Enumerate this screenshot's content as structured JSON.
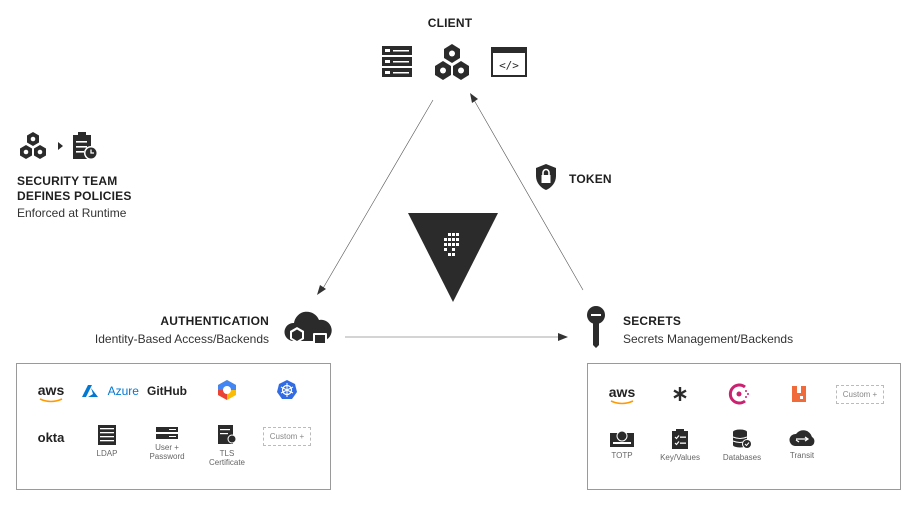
{
  "client": {
    "title": "CLIENT"
  },
  "token": {
    "label": "TOKEN"
  },
  "policies": {
    "title_line1": "SECURITY TEAM",
    "title_line2": "DEFINES POLICIES",
    "subtitle": "Enforced at Runtime"
  },
  "authentication": {
    "title": "AUTHENTICATION",
    "subtitle": "Identity-Based Access/Backends",
    "items": [
      {
        "label": "aws",
        "icon": "aws-logo"
      },
      {
        "label": "Azure",
        "icon": "azure-logo"
      },
      {
        "label": "GitHub",
        "icon": "github-logo"
      },
      {
        "label": "",
        "icon": "google-cloud-logo"
      },
      {
        "label": "",
        "icon": "kubernetes-logo"
      },
      {
        "label": "okta",
        "icon": "okta-logo"
      },
      {
        "label": "LDAP",
        "icon": "ldap-server-icon"
      },
      {
        "label": "User +\nPassword",
        "icon": "user-password-icon"
      },
      {
        "label": "TLS\nCertificate",
        "icon": "tls-certificate-icon"
      },
      {
        "label": "Custom +",
        "icon": "custom-box"
      }
    ]
  },
  "secrets": {
    "title": "SECRETS",
    "subtitle": "Secrets Management/Backends",
    "items": [
      {
        "label": "aws",
        "icon": "aws-logo"
      },
      {
        "label": "",
        "icon": "asterisk-icon"
      },
      {
        "label": "",
        "icon": "consul-logo"
      },
      {
        "label": "",
        "icon": "rabbitmq-logo"
      },
      {
        "label": "Custom +",
        "icon": "custom-box"
      },
      {
        "label": "TOTP",
        "icon": "totp-icon"
      },
      {
        "label": "Key/Values",
        "icon": "key-values-icon"
      },
      {
        "label": "Databases",
        "icon": "databases-icon"
      },
      {
        "label": "Transit",
        "icon": "transit-icon"
      }
    ]
  },
  "colors": {
    "dark": "#2b2b2b",
    "azure": "#0078d4",
    "consul": "#ca2171",
    "rabbitmq": "#f06a3a",
    "kubernetes": "#326ce5",
    "aws_orange": "#ff9900"
  }
}
